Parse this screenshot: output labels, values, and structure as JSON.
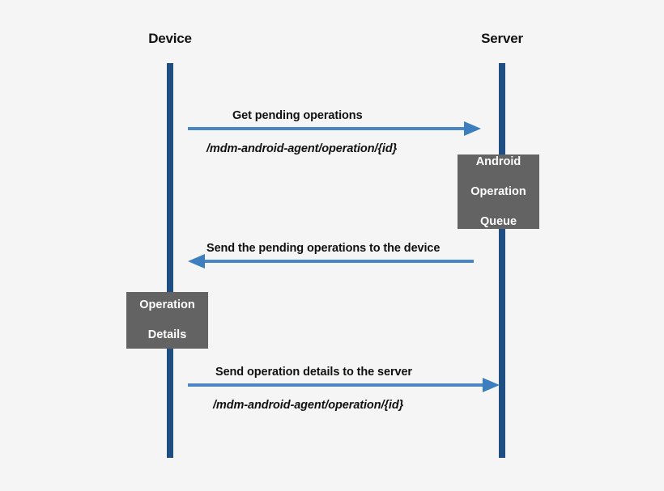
{
  "diagram": {
    "type": "sequence-diagram",
    "title": "",
    "background_color": "#f5f5f5",
    "lifeline_color": "#1f4e82",
    "arrow_color": "#4a86c5",
    "note_box_color": "#636363",
    "note_text_color": "#ffffff",
    "text_color": "#111111",
    "participants": [
      {
        "id": "device",
        "label": "Device"
      },
      {
        "id": "server",
        "label": "Server"
      }
    ],
    "messages": [
      {
        "id": "get-pending-operations",
        "title": "Get pending operations",
        "path": "/mdm-android-agent/operation/{id}",
        "direction": "device-to-server"
      },
      {
        "id": "send-pending-operations",
        "title": "Send the pending operations to the device",
        "path": "",
        "direction": "server-to-device"
      },
      {
        "id": "send-operation-details",
        "title": "Send operation details to the server",
        "path": "/mdm-android-agent/operation/{id}",
        "direction": "device-to-server"
      }
    ],
    "notes": [
      {
        "id": "android-operation-queue",
        "line1": "Android",
        "line2": "Operation",
        "line3": "Queue",
        "attached_to": "server"
      },
      {
        "id": "operation-details",
        "line1": "Operation",
        "line2": "Details",
        "line3": "",
        "attached_to": "device"
      }
    ]
  }
}
